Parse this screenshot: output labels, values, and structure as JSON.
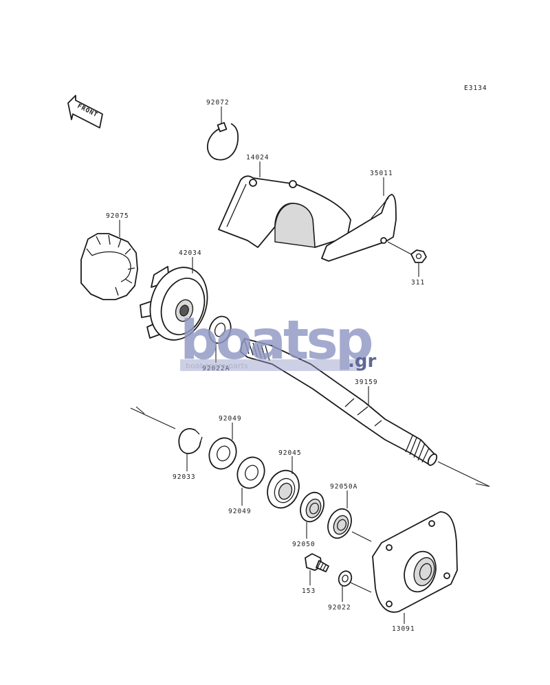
{
  "diagram_code": "E3134",
  "front_label": "FRONT",
  "watermark": {
    "primary": "boatsp",
    "suffix": ".gr",
    "tagline": "boat spare parts",
    "color_dark": "#3c4680",
    "color_light": "#8f98c4"
  },
  "parts": {
    "p92072": "92072",
    "p14024": "14024",
    "p35011": "35011",
    "p311": "311",
    "p92075": "92075",
    "p42034": "42034",
    "p92022A": "92022A",
    "p39159": "39159",
    "p92049a": "92049",
    "p92049b": "92049",
    "p92033": "92033",
    "p92045": "92045",
    "p92050A": "92050A",
    "p92050": "92050",
    "p153": "153",
    "p92022": "92022",
    "p13091": "13091"
  }
}
